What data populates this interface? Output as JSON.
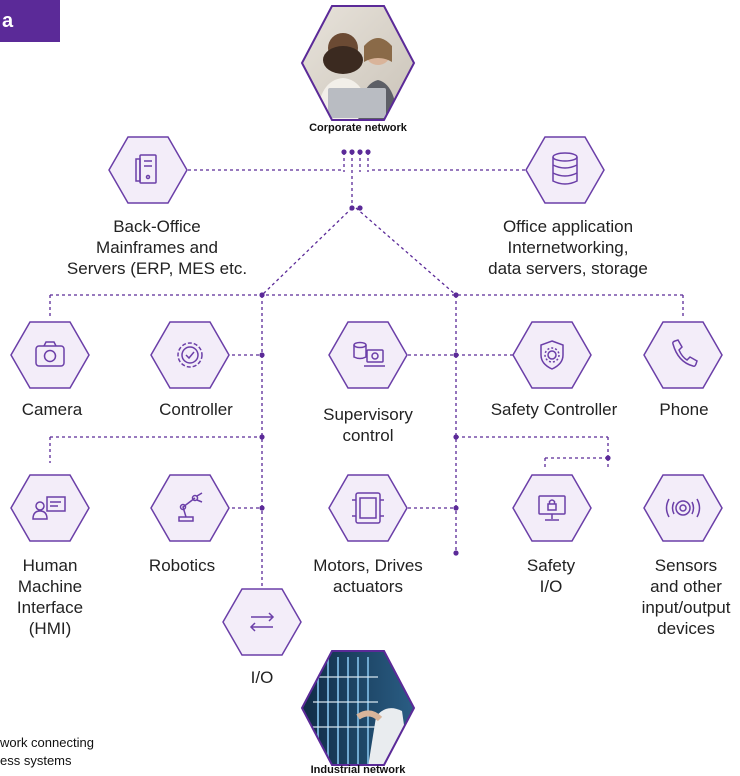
{
  "badge": "a",
  "corporate_label": "Corporate network",
  "industrial_label": "Industrial network",
  "caption": [
    "work connecting",
    "ess systems"
  ],
  "colors": {
    "accent": "#5b2a98",
    "hex_fill": "#f3edf9",
    "icon": "#6b3fa8"
  },
  "nodes": {
    "backoffice": [
      "Back-Office",
      "Mainframes and",
      "Servers (ERP, MES etc."
    ],
    "office": [
      "Office application",
      "Internetworking,",
      "data servers, storage"
    ],
    "camera": [
      "Camera"
    ],
    "controller": [
      "Controller"
    ],
    "supervisory": [
      "Supervisory",
      "control"
    ],
    "safety_controller": [
      "Safety Controller"
    ],
    "phone": [
      "Phone"
    ],
    "hmi": [
      "Human",
      "Machine",
      "Interface",
      "(HMI)"
    ],
    "robotics": [
      "Robotics"
    ],
    "motors": [
      "Motors, Drives",
      "actuators"
    ],
    "safety_io": [
      "Safety",
      "I/O"
    ],
    "sensors": [
      "Sensors",
      "and other",
      "input/output",
      "devices"
    ],
    "io": [
      "I/O"
    ]
  }
}
